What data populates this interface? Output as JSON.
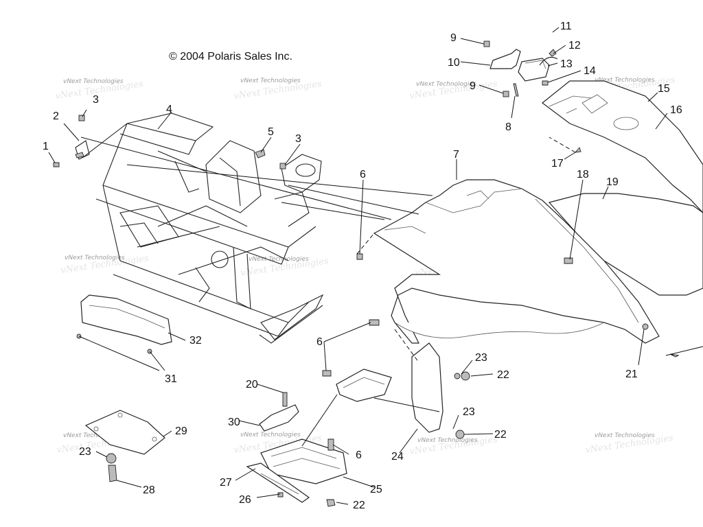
{
  "copyright": "© 2004 Polaris Sales Inc.",
  "watermark": "vNext Technologies",
  "callouts": [
    "1",
    "2",
    "3",
    "3",
    "4",
    "5",
    "6",
    "6",
    "6",
    "7",
    "8",
    "9",
    "9",
    "10",
    "11",
    "12",
    "13",
    "14",
    "15",
    "16",
    "17",
    "18",
    "19",
    "20",
    "21",
    "22",
    "22",
    "22",
    "23",
    "23",
    "23",
    "24",
    "25",
    "26",
    "27",
    "28",
    "29",
    "30",
    "31",
    "32"
  ]
}
